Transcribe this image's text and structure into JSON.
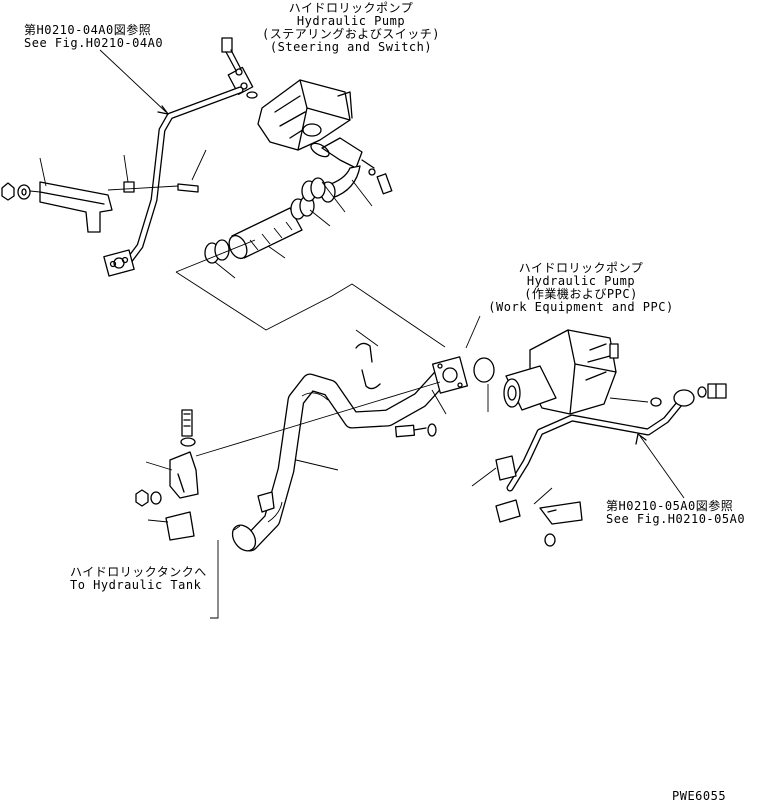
{
  "labels": {
    "pump_steering": {
      "jp": "ハイドロリックポンプ",
      "en": "Hydraulic Pump",
      "sub_jp": "(ステアリングおよびスイッチ)",
      "sub_en": "(Steering and Switch)"
    },
    "ref_left": {
      "jp": "第H0210-04A0図参照",
      "en": "See Fig.H0210-04A0"
    },
    "pump_work": {
      "jp": "ハイドロリックポンプ",
      "en": "Hydraulic Pump",
      "sub_jp": "(作業機およびPPC)",
      "sub_en": "(Work Equipment and PPC)"
    },
    "ref_right": {
      "jp": "第H0210-05A0図参照",
      "en": "See Fig.H0210-05A0"
    },
    "tank": {
      "jp": "ハイドロリックタンクへ",
      "en": "To Hydraulic Tank"
    },
    "drawing_code": "PWE6055"
  },
  "colors": {
    "line": "#000000",
    "background": "#ffffff"
  }
}
